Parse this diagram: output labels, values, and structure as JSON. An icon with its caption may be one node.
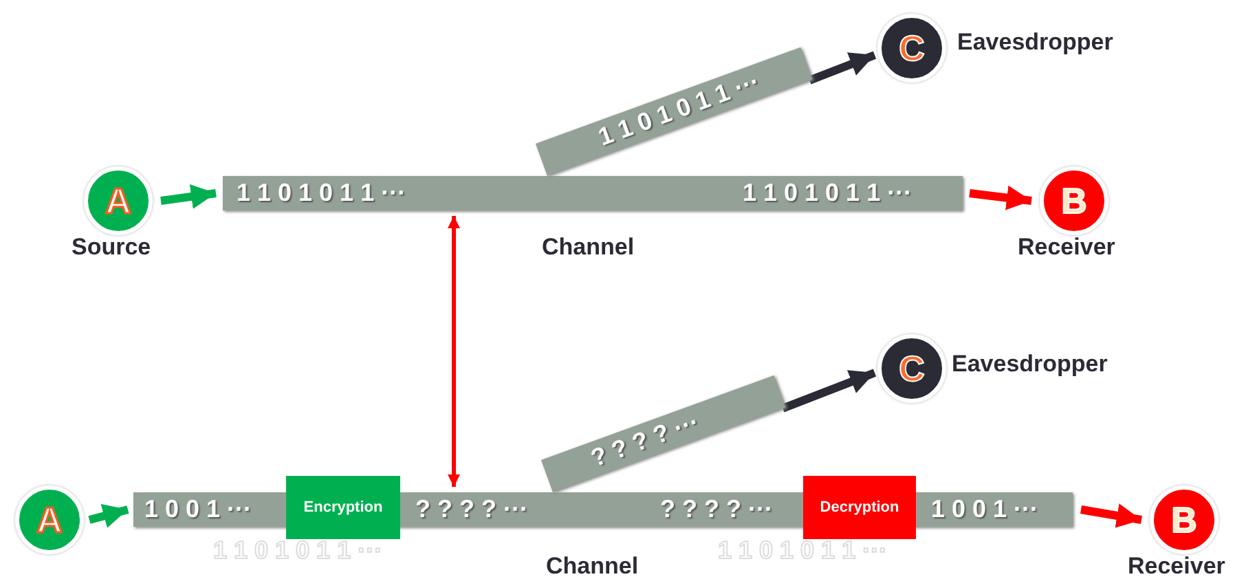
{
  "diagram": {
    "nodes": [
      {
        "text": [
          "A"
        ],
        "beside": [
          "Source"
        ]
      },
      {
        "text": [
          "1 1 0 1 0 1 1 ···",
          "1 1 0 1 0 1 1 ···"
        ],
        "beside": [
          "Channel"
        ]
      },
      {
        "text": [
          "1 1 0 1 0 1 1 ···"
        ]
      },
      {
        "text": [
          "C"
        ],
        "beside": [
          "Eavesdropper"
        ]
      },
      {
        "text": [
          "B"
        ],
        "beside": [
          "Receiver"
        ]
      },
      {
        "text": [
          "A"
        ]
      },
      {
        "text": [
          "1 0 0 1 ···",
          "? ? ? ? ···",
          "? ? ? ? ···",
          "1 0 0 1 ···"
        ],
        "beside": [
          "Channel"
        ]
      },
      {
        "text": [
          "Encryption"
        ]
      },
      {
        "text": [
          "Decryption"
        ]
      },
      {
        "text": [
          "? ? ? ? ···"
        ]
      },
      {
        "text": [
          "C"
        ],
        "beside": [
          "Eavesdropper"
        ]
      },
      {
        "text": [
          "B"
        ],
        "beside": [
          "Receiver"
        ]
      }
    ],
    "edges": [
      {
        "from": 0,
        "to": 1,
        "arrow": "to",
        "color": "#00b050"
      },
      {
        "from": 1,
        "to": 4,
        "arrow": "to",
        "color": "#ff0000"
      },
      {
        "from": 2,
        "to": 3,
        "arrow": "to",
        "color": "#2b2b36"
      },
      {
        "from": 1,
        "to": 6,
        "arrow": "both",
        "color": "#ff0000"
      },
      {
        "from": 5,
        "to": 6,
        "arrow": "to",
        "color": "#00b050"
      },
      {
        "from": 6,
        "to": 11,
        "arrow": "to",
        "color": "#ff0000"
      },
      {
        "from": 9,
        "to": 10,
        "arrow": "to",
        "color": "#2b2b36"
      }
    ],
    "labels": [
      "1 1 0 1 0 1 1 ···",
      "1 1 0 1 0 1 1 ···"
    ]
  }
}
